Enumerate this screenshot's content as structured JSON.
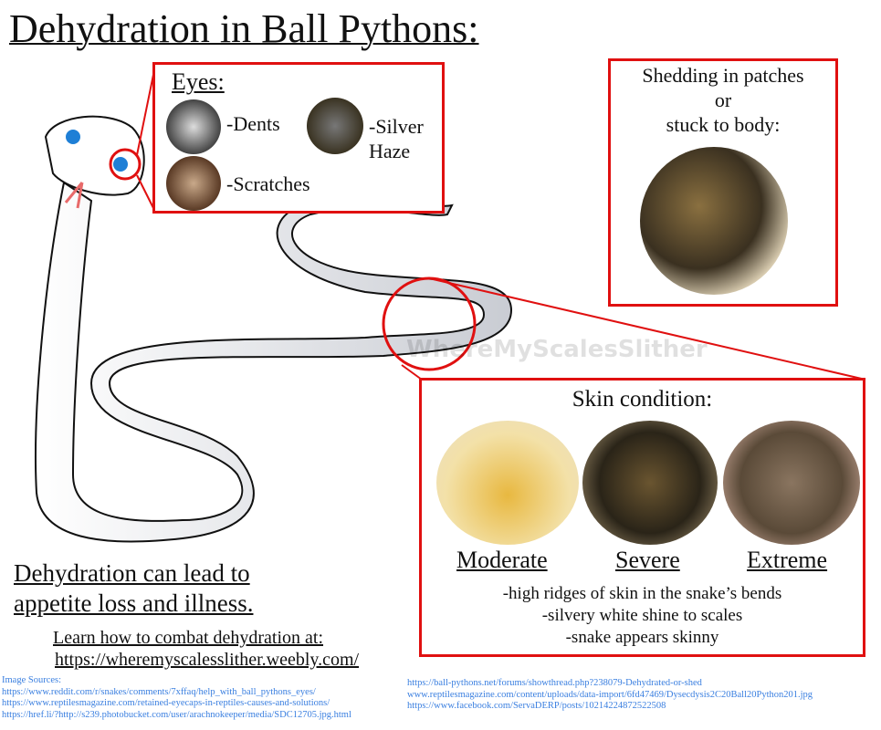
{
  "title": "Dehydration in Ball Pythons:",
  "watermark": "WhereMyScalesSlither",
  "eyes": {
    "heading": "Eyes:",
    "items": [
      "-Dents",
      "-Silver Haze",
      "-Scratches"
    ]
  },
  "shedding": {
    "heading_lines": [
      "Shedding in patches",
      "or",
      "stuck to body:"
    ]
  },
  "skin": {
    "heading": "Skin condition:",
    "levels": [
      "Moderate",
      "Severe",
      "Extreme"
    ],
    "notes": [
      "-high ridges of skin in the snake’s bends",
      "-silvery white shine to scales",
      "-snake appears skinny"
    ]
  },
  "warning_lines": [
    "Dehydration can lead to ",
    "appetite loss and illness. "
  ],
  "learn": {
    "text": "Learn how to combat dehydration at:",
    "url": "https://wheremyscalesslither.weebly.com/"
  },
  "sources_left": [
    "Image Sources:",
    "https://www.reddit.com/r/snakes/comments/7xffaq/help_with_ball_pythons_eyes/",
    "https://www.reptilesmagazine.com/retained-eyecaps-in-reptiles-causes-and-solutions/",
    "https://href.li/?http://s239.photobucket.com/user/arachnokeeper/media/SDC12705.jpg.html"
  ],
  "sources_right": [
    "https://ball-pythons.net/forums/showthread.php?238079-Dehydrated-or-shed",
    "www.reptilesmagazine.com/content/uploads/data-import/6fd47469/Dysecdysis2C20Ball20Python201.jpg",
    "https://www.facebook.com/ServaDERP/posts/10214224872522508"
  ],
  "colors": {
    "accent": "#e01010",
    "link": "#3a7fe0"
  }
}
